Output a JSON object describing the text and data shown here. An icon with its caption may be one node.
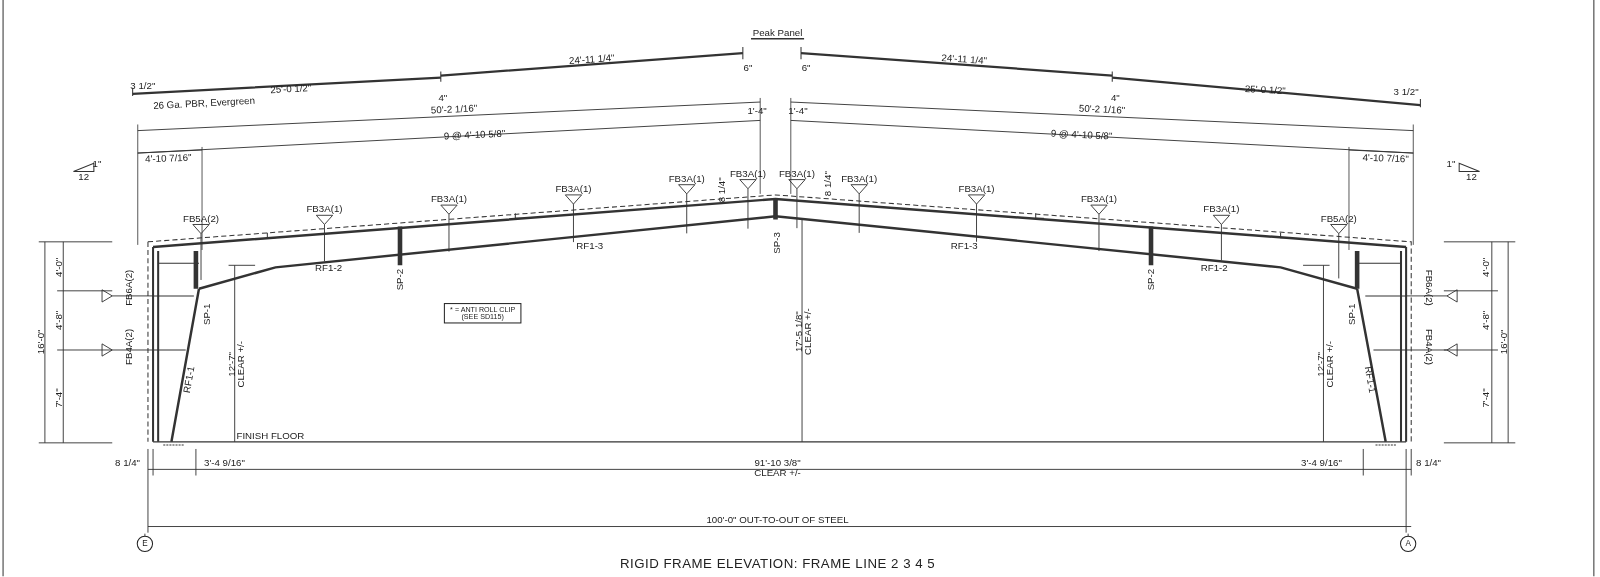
{
  "diagram": {
    "title": "RIGID FRAME ELEVATION: FRAME LINE 2 3 4 5",
    "nodes": [
      {
        "text": [
          "* = ANTI ROLL CLIP (SEE SD115)"
        ]
      },
      {
        "text": [
          "E"
        ]
      },
      {
        "text": [
          "A"
        ]
      }
    ],
    "edges": [],
    "labels": [
      "Peak Panel",
      "24'-11 1/4\"",
      "24'-11 1/4\"",
      "3 1/2\"",
      "25'-0 1/2\"",
      "6\"",
      "6\"",
      "4\"",
      "4\"",
      "25'-0 1/2\"",
      "3 1/2\"",
      "26 Ga. PBR, Evergreen",
      "1'-4\"",
      "1'-4\"",
      "50'-2 1/16\"",
      "50'-2 1/16\"",
      "9 @ 4'-10 5/8\"",
      "9 @ 4'-10 5/8\"",
      "1\"",
      "12",
      "4'-10 7/16\"",
      "4'-10 7/16\"",
      "1\"",
      "12",
      "FB3A(1)",
      "8 1/4\"",
      "FB3A(1)",
      "FB3A(1)",
      "8 1/4\"",
      "FB3A(1)",
      "FB3A(1)",
      "FB3A(1)",
      "FB3A(1)",
      "FB3A(1)",
      "FB3A(1)",
      "FB3A(1)",
      "FB5A(2)",
      "FB5A(2)",
      "RF1-2",
      "SP-2",
      "RF1-3",
      "SP-3",
      "RF1-3",
      "SP-2",
      "RF1-2",
      "FB6A(2)",
      "SP-1",
      "SP-1",
      "FB6A(2)",
      "4'-0\"",
      "4'-8\"",
      "16'-0\"",
      "7'-4\"",
      "4'-0\"",
      "4'-8\"",
      "16'-0\"",
      "7'-4\"",
      "FB4A(2)",
      "FB4A(2)",
      "RF1-1",
      "RF1-1",
      "12'-7\"",
      "CLEAR +/-",
      "12'-7\"",
      "CLEAR +/-",
      "17'-5 1/8\"",
      "CLEAR +/-",
      "FINISH FLOOR",
      "8 1/4\"",
      "3'-4 9/16\"",
      "91'-10 3/8\"",
      "CLEAR +/-",
      "3'-4 9/16\"",
      "8 1/4\"",
      "100'-0\" OUT-TO-OUT OF STEEL"
    ]
  }
}
